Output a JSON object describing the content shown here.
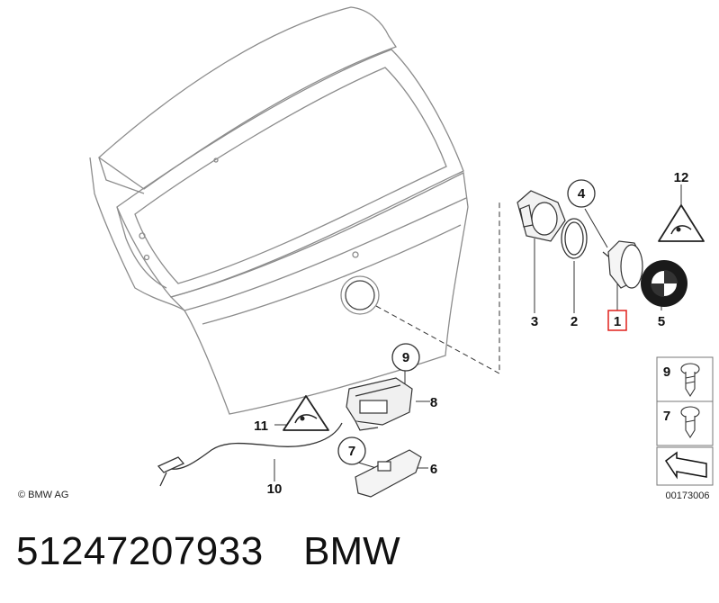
{
  "diagram": {
    "callouts": [
      "1",
      "2",
      "3",
      "4",
      "5",
      "6",
      "7",
      "8",
      "9",
      "10",
      "11",
      "12"
    ],
    "legend": [
      {
        "number": "9",
        "icon": "screw-icon"
      },
      {
        "number": "7",
        "icon": "pan-screw-icon"
      }
    ],
    "copyright": "© BMW AG",
    "drawing_id": "00173006",
    "highlight_color": "#e0201b"
  },
  "footer": {
    "part_number": "51247207933",
    "brand": "BMW"
  }
}
